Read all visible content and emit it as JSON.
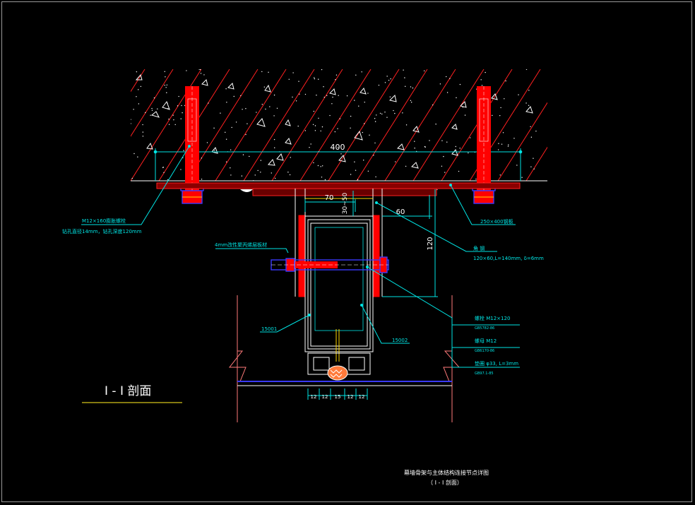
{
  "section_title": "I - I  剖面",
  "title_block": {
    "line1": "幕墙骨架与主体结构连接节点详图",
    "line2": "（ I - I  剖面）"
  },
  "dimensions": {
    "width_400": "400",
    "d70": "70",
    "d30_50": "30~50",
    "d60": "60",
    "d120": "120",
    "bottom": [
      "12",
      "12",
      "15",
      "12",
      "12"
    ]
  },
  "labels": {
    "anchor_bolt": "M12×160膨胀螺栓",
    "drill_note": "钻孔直径14mm，钻孔深度120mm",
    "steel_plate": "250×400钢板",
    "square_tube": "角    钢",
    "tube_spec": "120×60,L=140mm, δ=6mm",
    "gasket": "4mm改性聚丙烯层板材",
    "profile_left": "15001",
    "profile_right": "15002",
    "bolt": "螺栓  M12×120",
    "bolt_std": "GB5782-86",
    "nut": "螺母  M12",
    "nut_std": "GB6170-86",
    "washer": "垫圈  φ33, L=3mm",
    "washer_std": "GB97.1-85"
  },
  "colors": {
    "hatch": "#ff2020",
    "dim": "#00e5e5",
    "bolt_fill": "#ff0000",
    "outline": "#ffffff",
    "blue": "#3a3aff",
    "gold": "#d4c21a",
    "wall": "#ff7a7a"
  }
}
